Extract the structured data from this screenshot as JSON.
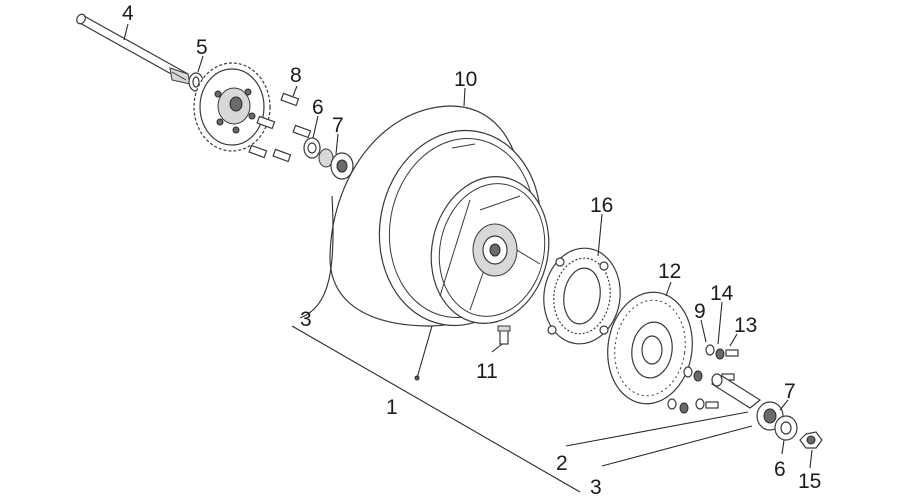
{
  "diagram": {
    "labels": [
      {
        "id": "4",
        "text": "4"
      },
      {
        "id": "5",
        "text": "5"
      },
      {
        "id": "8",
        "text": "8"
      },
      {
        "id": "6a",
        "text": "6"
      },
      {
        "id": "7a",
        "text": "7"
      },
      {
        "id": "10",
        "text": "10"
      },
      {
        "id": "16",
        "text": "16"
      },
      {
        "id": "12",
        "text": "12"
      },
      {
        "id": "9",
        "text": "9"
      },
      {
        "id": "14",
        "text": "14"
      },
      {
        "id": "13",
        "text": "13"
      },
      {
        "id": "3a",
        "text": "3"
      },
      {
        "id": "11",
        "text": "11"
      },
      {
        "id": "1",
        "text": "1"
      },
      {
        "id": "7b",
        "text": "7"
      },
      {
        "id": "2",
        "text": "2"
      },
      {
        "id": "6b",
        "text": "6"
      },
      {
        "id": "15",
        "text": "15"
      },
      {
        "id": "3b",
        "text": "3"
      }
    ]
  }
}
